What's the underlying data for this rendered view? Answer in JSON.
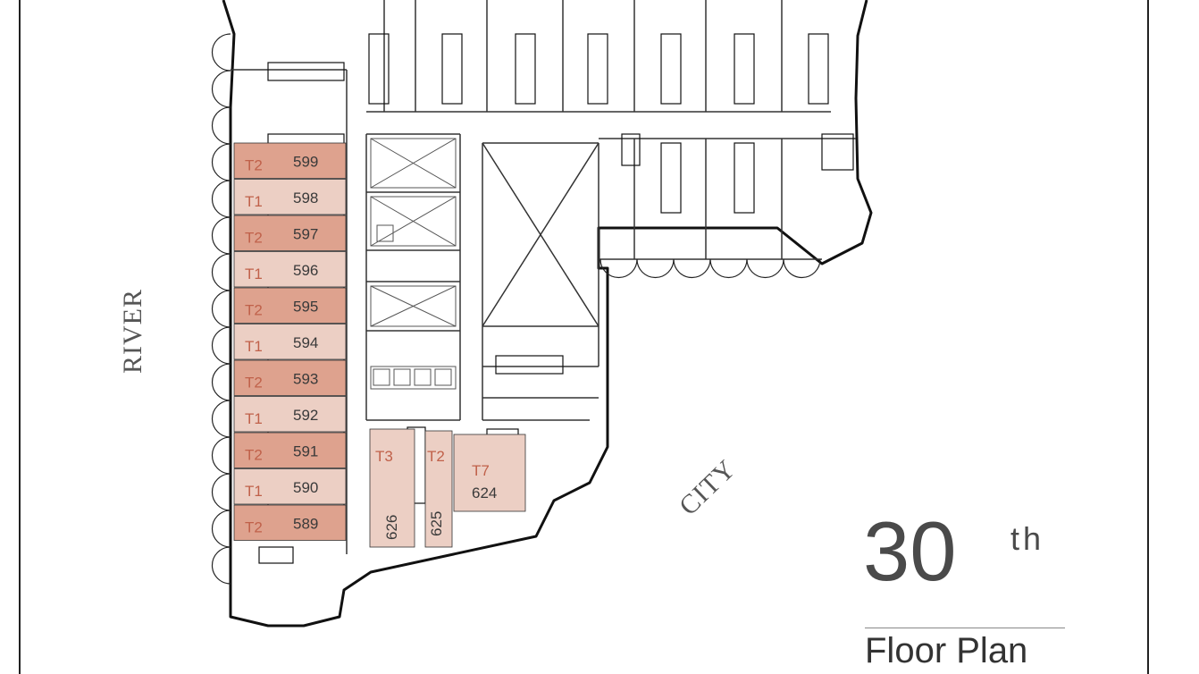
{
  "labels": {
    "river": "RIVER",
    "city": "CITY",
    "floor_number": "30",
    "floor_suffix": "th",
    "floor_plan": "Floor Plan"
  },
  "colors": {
    "unit_fill": "#dea28e",
    "unit_fill_light": "#eccfc4",
    "unit_type_text": "#c0614a",
    "line": "#222222"
  },
  "units": [
    {
      "type": "T2",
      "number": "599"
    },
    {
      "type": "T1",
      "number": "598"
    },
    {
      "type": "T2",
      "number": "597"
    },
    {
      "type": "T1",
      "number": "596"
    },
    {
      "type": "T2",
      "number": "595"
    },
    {
      "type": "T1",
      "number": "594"
    },
    {
      "type": "T2",
      "number": "593"
    },
    {
      "type": "T1",
      "number": "592"
    },
    {
      "type": "T2",
      "number": "591"
    },
    {
      "type": "T1",
      "number": "590"
    },
    {
      "type": "T2",
      "number": "589"
    }
  ],
  "center_units": [
    {
      "type": "T3",
      "number": "626"
    },
    {
      "type": "T2",
      "number": "625"
    },
    {
      "type": "T7",
      "number": "624"
    }
  ]
}
